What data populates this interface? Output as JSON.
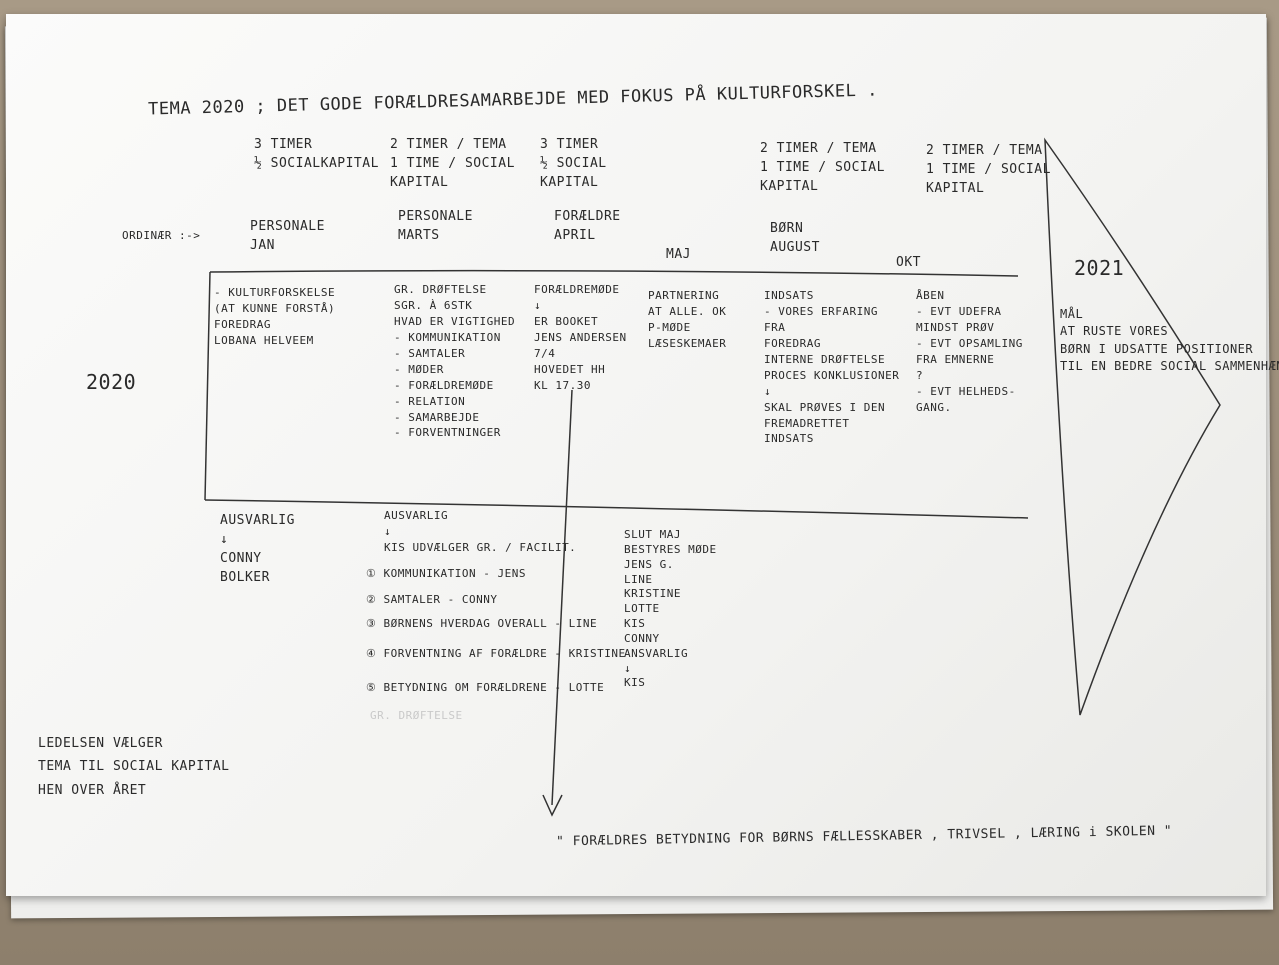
{
  "title": "TEMA 2020 ; DET GODE FORÆLDRESAMARBEJDE MED FOKUS PÅ KULTURFORSKEL .",
  "side_label": "ORDINÆR :->",
  "year_left": "2020",
  "year_right": "2021",
  "columns": [
    {
      "top": "3 TIMER\n½ SOCIALKAPITAL",
      "who": "PERSONALE\nJAN",
      "body": "- KULTURFORSKELSE\n(AT KUNNE FORSTÅ)\nFOREDRAG\nLOBANA HELVEEM",
      "below": "AUSVARLIG\n↓\nCONNY\nBOLKER"
    },
    {
      "top": "2 TIMER / TEMA\n1 TIME / SOCIAL\nKAPITAL",
      "who": "PERSONALE\nMARTS",
      "body": "GR. DRØFTELSE\nSGR. À 6STK\nHVAD ER VIGTIGHED\n- KOMMUNIKATION\n- SAMTALER\n- MØDER\n- FORÆLDREMØDE\n- RELATION\n- SAMARBEJDE\n- FORVENTNINGER",
      "below": "AUSVARLIG\n↓\nKIS UDVÆLGER GR. / FACILIT."
    },
    {
      "top": "3 TIMER\n½ SOCIAL\nKAPITAL",
      "who": "FORÆLDRE\nAPRIL",
      "body": "FORÆLDREMØDE\n↓\nER BOOKET\nJENS ANDERSEN\n7/4\nHOVEDET HH\nKL 17.30",
      "below": ""
    },
    {
      "top": "",
      "who": "MAJ",
      "body": "PARTNERING\nAT ALLE. OK\nP-MØDE\nLÆSESKEMAER",
      "below": "SLUT MAJ\nBESTYRES MØDE\nJENS G.\nLINE\nKRISTINE\nLOTTE\nKIS\nCONNY\nANSVARLIG\n↓\nKIS"
    },
    {
      "top": "2 TIMER / TEMA\n1 TIME / SOCIAL\nKAPITAL",
      "who": "BØRN\nAUGUST",
      "body": "INDSATS\n- VORES ERFARING\nFRA\nFOREDRAG\nINTERNE DRØFTELSE\nPROCES KONKLUSIONER\n↓\nSKAL PRØVES I DEN\nFREMADRETTET\nINDSATS",
      "below": ""
    },
    {
      "top": "2 TIMER / TEMA\n1 TIME / SOCIAL\nKAPITAL",
      "who": "OKT",
      "body": "ÅBEN\n- EVT UDEFRA\nMINDST PRØV\n- EVT OPSAMLING\nFRA EMNERNE\n?\n- EVT HELHEDS-\nGANG.",
      "below": ""
    }
  ],
  "goal": "MÅL\nAT RUSTE VORES\nBØRN I UDSATTE POSITIONER\nTIL EN BEDRE SOCIAL SAMMENHÆNG",
  "group_list": [
    "① KOMMUNIKATION - JENS",
    "② SAMTALER - CONNY",
    "③ BØRNENS HVERDAG OVERALL - LINE",
    "④ FORVENTNING AF FORÆLDRE - KRISTINE",
    "⑤ BETYDNING OM FORÆLDRENE - LOTTE"
  ],
  "faint_note": "GR. DRØFTELSE",
  "leadership_note": "LEDELSEN VÆLGER\nTEMA TIL SOCIAL KAPITAL\nHEN OVER ÅRET",
  "quote": "\" FORÆLDRES BETYDNING FOR BØRNS FÆLLESSKABER , TRIVSEL , LÆRING i SKOLEN \"",
  "colors": {
    "ink": "#2a2a2a",
    "paper": "#f6f6f4",
    "table": "#9c8e7c"
  }
}
